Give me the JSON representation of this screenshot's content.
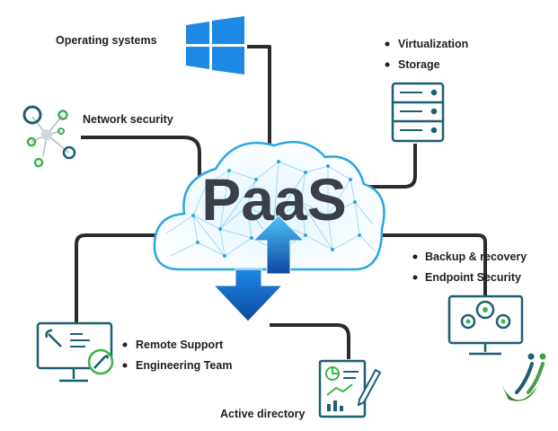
{
  "center": {
    "title": "PaaS"
  },
  "nodes": {
    "os": {
      "label": "Operating systems",
      "icon": "windows-logo-icon"
    },
    "network": {
      "label": "Network security",
      "icon": "network-nodes-icon"
    },
    "infra": {
      "items": [
        "Virtualization",
        "Storage"
      ],
      "icon": "server-rack-icon"
    },
    "backup": {
      "items": [
        "Backup & recovery",
        "Endpoint Security"
      ],
      "icon": "gear-monitor-icon"
    },
    "support": {
      "items": [
        "Remote Support",
        "Engineering Team"
      ],
      "icon": "wrench-monitor-icon"
    },
    "directory": {
      "label": "Active directory",
      "icon": "report-document-icon"
    }
  },
  "branding": {
    "icon": "company-logo-icon"
  },
  "colors": {
    "connector": "#2b2b2b",
    "windows_blue": "#1e88e5",
    "teal_icon": "#1d5f73",
    "green_dot": "#3cb44b",
    "cloud_blue": "#29a8e0",
    "arrow_blue": "#1565c0"
  }
}
